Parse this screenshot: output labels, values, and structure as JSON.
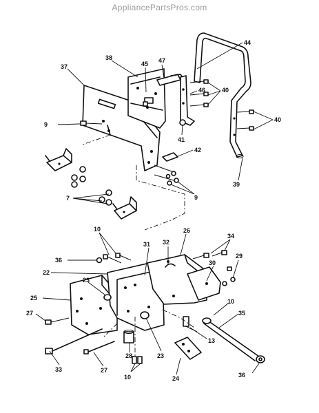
{
  "watermark": "AppliancePartsPros.com",
  "callouts": [
    {
      "id": "c37",
      "text": "37"
    },
    {
      "id": "c38",
      "text": "38"
    },
    {
      "id": "c45",
      "text": "45"
    },
    {
      "id": "c47",
      "text": "47"
    },
    {
      "id": "c44",
      "text": "44"
    },
    {
      "id": "c46",
      "text": "46"
    },
    {
      "id": "c40a",
      "text": "40"
    },
    {
      "id": "c9a",
      "text": "9"
    },
    {
      "id": "c41",
      "text": "41"
    },
    {
      "id": "c40b",
      "text": "40"
    },
    {
      "id": "c42",
      "text": "42"
    },
    {
      "id": "c39",
      "text": "39"
    },
    {
      "id": "c9b",
      "text": "9"
    },
    {
      "id": "c7",
      "text": "7"
    },
    {
      "id": "c10a",
      "text": "10"
    },
    {
      "id": "c26",
      "text": "26"
    },
    {
      "id": "c34",
      "text": "34"
    },
    {
      "id": "c31",
      "text": "31"
    },
    {
      "id": "c32",
      "text": "32"
    },
    {
      "id": "c36a",
      "text": "36"
    },
    {
      "id": "c29",
      "text": "29"
    },
    {
      "id": "c30",
      "text": "30"
    },
    {
      "id": "c22",
      "text": "22"
    },
    {
      "id": "c23a",
      "text": "23"
    },
    {
      "id": "c25",
      "text": "25"
    },
    {
      "id": "c10b",
      "text": "10"
    },
    {
      "id": "c35",
      "text": "35"
    },
    {
      "id": "c27a",
      "text": "27"
    },
    {
      "id": "c13",
      "text": "13"
    },
    {
      "id": "c28",
      "text": "28"
    },
    {
      "id": "c23b",
      "text": "23"
    },
    {
      "id": "c33",
      "text": "33"
    },
    {
      "id": "c27b",
      "text": "27"
    },
    {
      "id": "c10c",
      "text": "10"
    },
    {
      "id": "c24",
      "text": "24"
    },
    {
      "id": "c36b",
      "text": "36"
    }
  ]
}
